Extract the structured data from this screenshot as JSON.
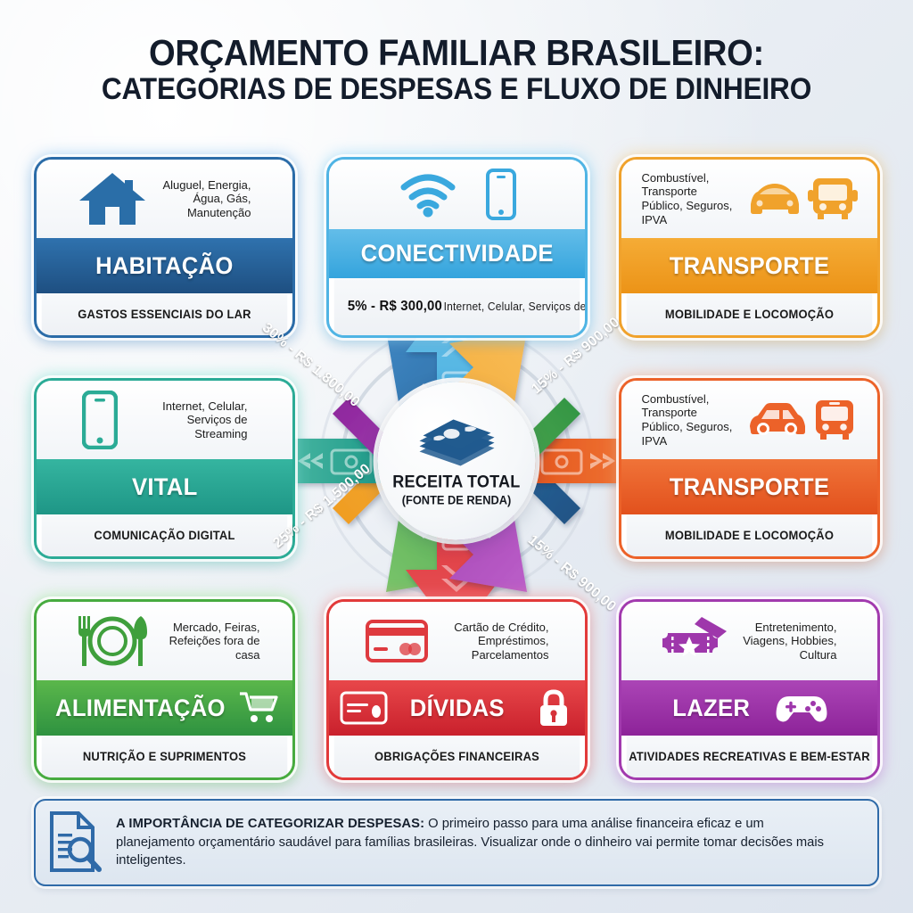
{
  "title": {
    "line1": "ORÇAMENTO FAMILIAR BRASILEIRO:",
    "line2": "CATEGORIAS DE DESPESAS E FLUXO DE DINHEIRO"
  },
  "hub": {
    "title": "RECEITA TOTAL",
    "subtitle": "(FONTE DE RENDA)",
    "icon": "money-stack-icon"
  },
  "cards": [
    {
      "id": "habitacao",
      "category": "HABITAÇÃO",
      "subtitle": "GASTOS ESSENCIAIS DO LAR",
      "items": "Aluguel, Energia, Água, Gás, Manutenção",
      "icons": [
        "house-icon"
      ],
      "color": "#2b6ca8"
    },
    {
      "id": "conectividade",
      "category": "CONECTIVIDADE",
      "subtitle": "",
      "amount": "5% - R$ 300,00",
      "items": "Internet, Celular, Serviços de Streaming",
      "icons": [
        "wifi-icon",
        "smartphone-icon"
      ],
      "color": "#4fb4e4"
    },
    {
      "id": "transporte1",
      "category": "TRANSPORTE",
      "subtitle": "MOBILIDADE E LOCOMOÇÃO",
      "items": "Combustível, Transporte Público, Seguros, IPVA",
      "icons": [
        "car-icon",
        "bus-icon"
      ],
      "color": "#f0a22c"
    },
    {
      "id": "vital",
      "category": "VITAL",
      "subtitle": "COMUNICAÇÃO DIGITAL",
      "items": "Internet, Celular, Serviços de Streaming",
      "icons": [
        "smartphone-icon"
      ],
      "color": "#2bab96"
    },
    {
      "id": "transporte2",
      "category": "TRANSPORTE",
      "subtitle": "MOBILIDADE E LOCOMOÇÃO",
      "items": "Combustível, Transporte Público, Seguros, IPVA",
      "icons": [
        "car-icon",
        "bus-icon"
      ],
      "color": "#ec6229"
    },
    {
      "id": "alimentacao",
      "category": "ALIMENTAÇÃO",
      "subtitle": "NUTRIÇÃO E SUPRIMENTOS",
      "items": "Mercado, Feiras, Refeições fora de casa",
      "icons": [
        "cutlery-plate-icon",
        "shopping-cart-icon"
      ],
      "color": "#47ab3f"
    },
    {
      "id": "dividas",
      "category": "DÍVIDAS",
      "subtitle": "OBRIGAÇÕES FINANCEIRAS",
      "items": "Cartão de Crédito, Empréstimos, Parcelamentos",
      "icons": [
        "credit-card-icon",
        "lock-icon"
      ],
      "color": "#e23a3a"
    },
    {
      "id": "lazer",
      "category": "LAZER",
      "subtitle": "ATIVIDADES RECREATIVAS E BEM-ESTAR",
      "items": "Entretenimento, Viagens, Hobbies, Cultura",
      "icons": [
        "ticket-icon",
        "gamepad-icon"
      ],
      "color": "#a23aae"
    }
  ],
  "flows": [
    {
      "id": "habitacao",
      "label": "30% - R$ 1.800,00",
      "percent": 30,
      "value": 1800,
      "color": "#2b6ca8",
      "direction": "up-left"
    },
    {
      "id": "conectividade",
      "label": "5% - R$ 300,00",
      "percent": 5,
      "value": 300,
      "color": "#4fb4e4",
      "direction": "up"
    },
    {
      "id": "transporte",
      "label": "15% - R$ 900,00",
      "percent": 15,
      "value": 900,
      "color": "#f0a22c",
      "direction": "up-right"
    },
    {
      "id": "vital",
      "label": "",
      "percent": null,
      "value": null,
      "color": "#2bab96",
      "direction": "left"
    },
    {
      "id": "transporte2",
      "label": "",
      "percent": null,
      "value": null,
      "color": "#ec6229",
      "direction": "right"
    },
    {
      "id": "alimentacao",
      "label": "25% - R$ 1.500,00",
      "percent": 25,
      "value": 1500,
      "color": "#47ab3f",
      "direction": "down-left"
    },
    {
      "id": "dividas",
      "label": "",
      "percent": null,
      "value": null,
      "color": "#e23a3a",
      "direction": "down"
    },
    {
      "id": "lazer",
      "label": "15% - R$ 900,00",
      "percent": 15,
      "value": 900,
      "color": "#a23aae",
      "direction": "down-right"
    }
  ],
  "footer": {
    "heading": "A IMPORTÂNCIA DE CATEGORIZAR DESPESAS:",
    "body": " O primeiro passo para uma análise financeira eficaz e um planejamento orçamentário saudável para famílias brasileiras. Visualizar onde o dinheiro vai permite tomar decisões mais inteligentes.",
    "icon": "document-magnifier-icon"
  }
}
